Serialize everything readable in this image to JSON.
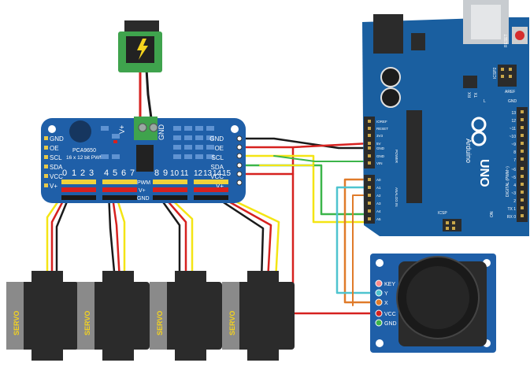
{
  "pca": {
    "chip_label": "PCA9650",
    "subtitle": "16 x 12 bit PWM",
    "power_plus": "V+",
    "power_gnd": "GND",
    "left_pins": [
      "GND",
      "OE",
      "SCL",
      "SDA",
      "VCC",
      "V+"
    ],
    "right_pins": [
      "GND",
      "OE",
      "SCL",
      "SDA",
      "VCC",
      "V+"
    ],
    "channel_numbers": [
      "0",
      "1",
      "2",
      "3",
      "4",
      "5",
      "6",
      "7",
      "8",
      "9",
      "10",
      "11",
      "12",
      "13",
      "14",
      "15"
    ],
    "row_labels": [
      "PWM",
      "V+",
      "GND"
    ]
  },
  "arduino": {
    "reset_label": "RESET",
    "icsp_label": "ICSP",
    "icsp2_label": "ICSP2",
    "aref_label": "AREF",
    "gnd_label": "GND",
    "tx_label": "TX",
    "rx_label": "RX",
    "on_label": "ON",
    "l_label": "L",
    "brand": "Arduino",
    "model": "UNO",
    "digital_label": "DIGITAL (PWM~)",
    "power_label": "POWER",
    "analog_label": "ANALOG IN",
    "power_pins": [
      "IOREF",
      "RESET",
      "3V3",
      "5V",
      "GND",
      "GND",
      "VIN"
    ],
    "analog_pins": [
      "A0",
      "A1",
      "A2",
      "A3",
      "A4",
      "A5"
    ],
    "digital_pins": [
      "13",
      "12",
      "~11",
      "~10",
      "~9",
      "8",
      "7",
      "~6",
      "~5",
      "4",
      "~3",
      "2",
      "TX 1",
      "RX 0"
    ]
  },
  "joystick": {
    "pins": [
      "KEY",
      "Y",
      "X",
      "VCC",
      "GND"
    ]
  },
  "servos": {
    "label": "SERVO"
  },
  "colors": {
    "board_blue": "#1f5fa8",
    "arduino_blue": "#1a5fa0",
    "wire_red": "#d6211f",
    "wire_black": "#1a1a1a",
    "wire_yellow": "#f4e514",
    "wire_green": "#3cb54a",
    "wire_orange": "#e07b2a",
    "wire_cyan": "#4fc4cf",
    "servo_black": "#2b2b2b",
    "servo_gray": "#8a8a8a",
    "terminal_green": "#3fa34d"
  }
}
